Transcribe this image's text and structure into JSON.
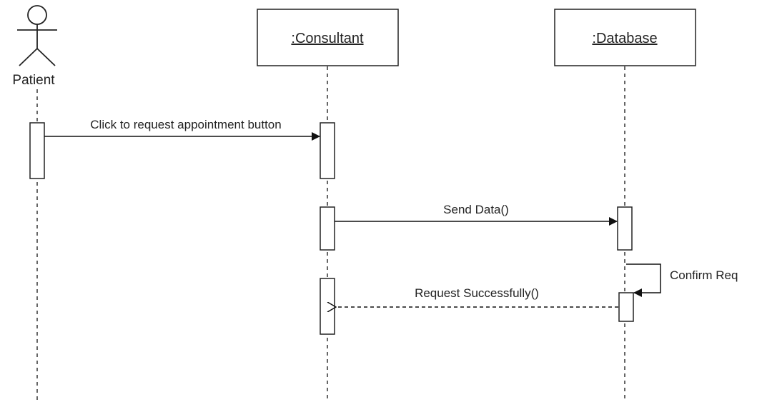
{
  "participants": {
    "patient": {
      "label": "Patient",
      "kind": "actor"
    },
    "consultant": {
      "label": ":Consultant",
      "kind": "object"
    },
    "database": {
      "label": ":Database",
      "kind": "object"
    }
  },
  "messages": [
    {
      "label": "Click to request appointment button",
      "from": "Patient",
      "to": ":Consultant",
      "style": "synchronous"
    },
    {
      "label": "Send Data()",
      "from": ":Consultant",
      "to": ":Database",
      "style": "synchronous"
    },
    {
      "label": "Confirm Req",
      "from": ":Database",
      "to": ":Database",
      "style": "self"
    },
    {
      "label": "Request Successfully()",
      "from": ":Database",
      "to": ":Consultant",
      "style": "return"
    }
  ],
  "colors": {
    "stroke": "#222222",
    "background": "#ffffff"
  }
}
